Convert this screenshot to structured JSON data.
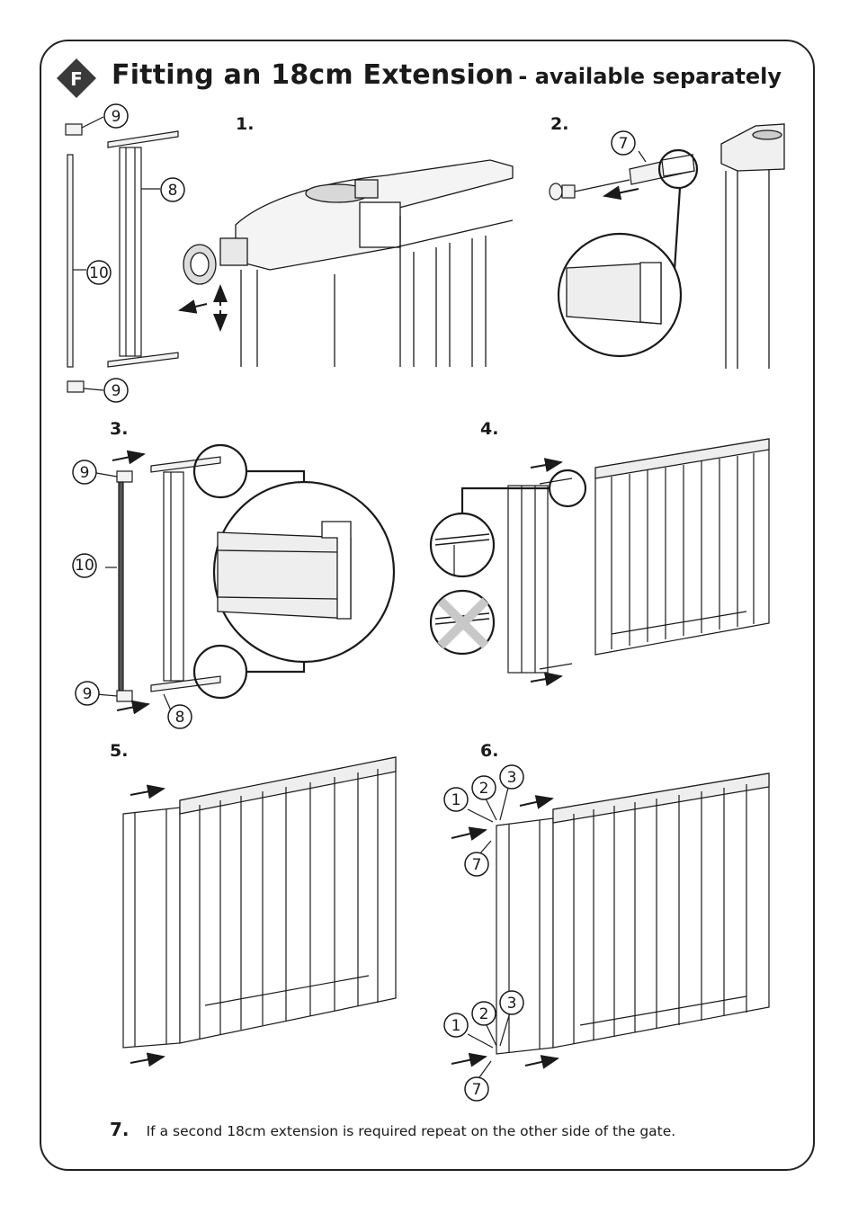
{
  "header": {
    "badge_letter": "F",
    "title": "Fitting an 18cm Extension",
    "subtitle": "- available separately"
  },
  "steps": [
    {
      "label": "1."
    },
    {
      "label": "2."
    },
    {
      "label": "3."
    },
    {
      "label": "4."
    },
    {
      "label": "5."
    },
    {
      "label": "6."
    }
  ],
  "callouts": {
    "part_1": "1",
    "part_2": "2",
    "part_3": "3",
    "part_7": "7",
    "part_8": "8",
    "part_9": "9",
    "part_10": "10"
  },
  "footer_note": {
    "number": "7.",
    "text": "If a second 18cm extension is required repeat on the other side of the gate."
  },
  "colors": {
    "ink": "#1a1a1a",
    "badge": "#3a3a3a",
    "fill_light": "#f2f2f2",
    "cross": "#c8c8c8"
  }
}
